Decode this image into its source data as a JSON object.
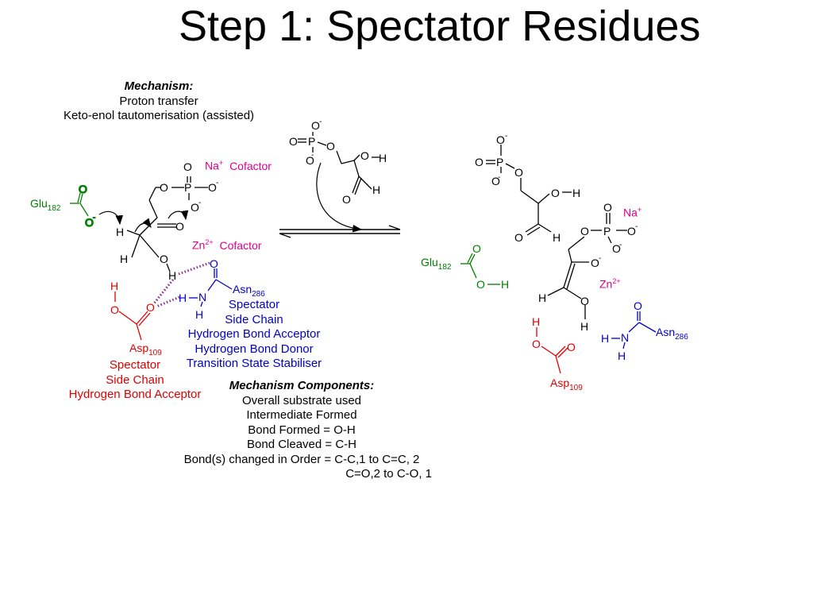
{
  "title": "Step 1: Spectator Residues",
  "mechanism": {
    "heading": "Mechanism:",
    "lines": [
      "Proton transfer",
      "Keto-enol tautomerisation (assisted)"
    ]
  },
  "components": {
    "heading": "Mechanism Components:",
    "lines": [
      "Overall substrate used",
      "Intermediate Formed",
      "Bond Formed = O-H",
      "Bond Cleaved = C-H",
      "Bond(s) changed in Order = C-C,1 to C=C, 2"
    ],
    "last_line": "C=O,2 to C-O, 1"
  },
  "asn_roles": [
    "Spectator",
    "Side Chain",
    "Hydrogen Bond Acceptor",
    "Hydrogen Bond Donor",
    "Transition State Stabiliser"
  ],
  "asp_roles": [
    "Spectator",
    "Side Chain",
    "Hydrogen Bond Acceptor"
  ],
  "labels": {
    "na": "Na",
    "na_charge": "+",
    "zn": "Zn",
    "zn_charge": "2+",
    "cofactor": "Cofactor",
    "glu": "Glu",
    "glu_sub": "182",
    "asp": "Asp",
    "asp_sub": "109",
    "asn": "Asn",
    "asn_sub": "286",
    "O": "O",
    "H": "H",
    "P": "P",
    "N": "N",
    "minus": "-"
  },
  "colors": {
    "glu": "#008000",
    "asp": "#e00000",
    "asn": "#0000cc",
    "cofactor": "#e0008c",
    "hbond": "#8e2c8e"
  }
}
